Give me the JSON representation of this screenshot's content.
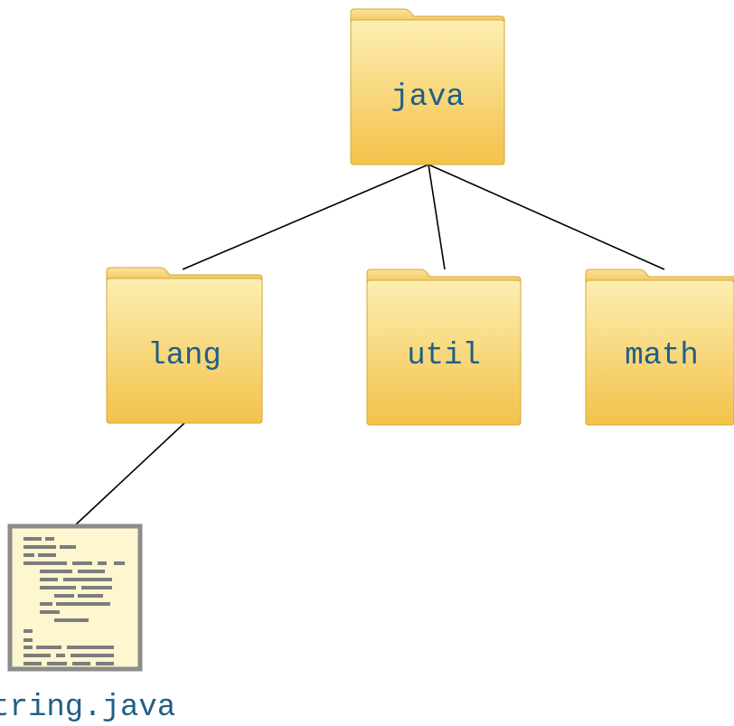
{
  "tree": {
    "root": {
      "label": "java",
      "icon": "folder-icon"
    },
    "children": [
      {
        "label": "lang",
        "icon": "folder-icon"
      },
      {
        "label": "util",
        "icon": "folder-icon"
      },
      {
        "label": "math",
        "icon": "folder-icon"
      }
    ],
    "file": {
      "label": "String.java",
      "icon": "source-file-icon",
      "parent": "lang"
    }
  },
  "colors": {
    "folder_light": "#fde9a4",
    "folder_dark": "#f3c34c",
    "folder_edge": "#d6a734",
    "label_text": "#1f5f87",
    "file_border": "#8c8c8c",
    "file_fill": "#fdf6cf",
    "file_lines": "#7d7d7d"
  }
}
